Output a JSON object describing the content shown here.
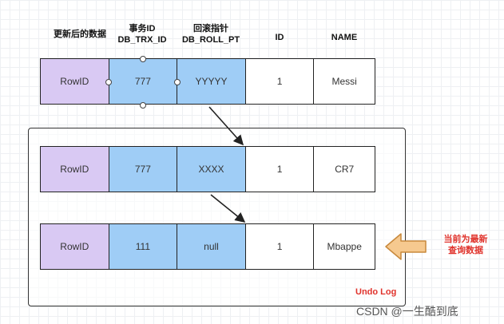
{
  "headers": {
    "updated_data": "更新后的数据",
    "trx_id_line1": "事务ID",
    "trx_id_line2": "DB_TRX_ID",
    "roll_ptr_line1": "回滚指针",
    "roll_ptr_line2": "DB_ROLL_PT",
    "id": "ID",
    "name": "NAME"
  },
  "rows": [
    {
      "rowid": "RowID",
      "trx_id": "777",
      "roll_ptr": "YYYYY",
      "id": "1",
      "name": "Messi"
    },
    {
      "rowid": "RowID",
      "trx_id": "777",
      "roll_ptr": "XXXX",
      "id": "1",
      "name": "CR7"
    },
    {
      "rowid": "RowID",
      "trx_id": "111",
      "roll_ptr": "null",
      "id": "1",
      "name": "Mbappe"
    }
  ],
  "undo_log_label": "Undo Log",
  "current_query_line1": "当前为最新",
  "current_query_line2": "查询数据",
  "watermark": "CSDN @一生酷到底",
  "colors": {
    "rowid_fill": "#d9c9f3",
    "pointer_fill": "#9fcdf6",
    "label_red": "#e0322b",
    "arrow_fill": "#f6c98f",
    "arrow_stroke": "#c8893c"
  }
}
